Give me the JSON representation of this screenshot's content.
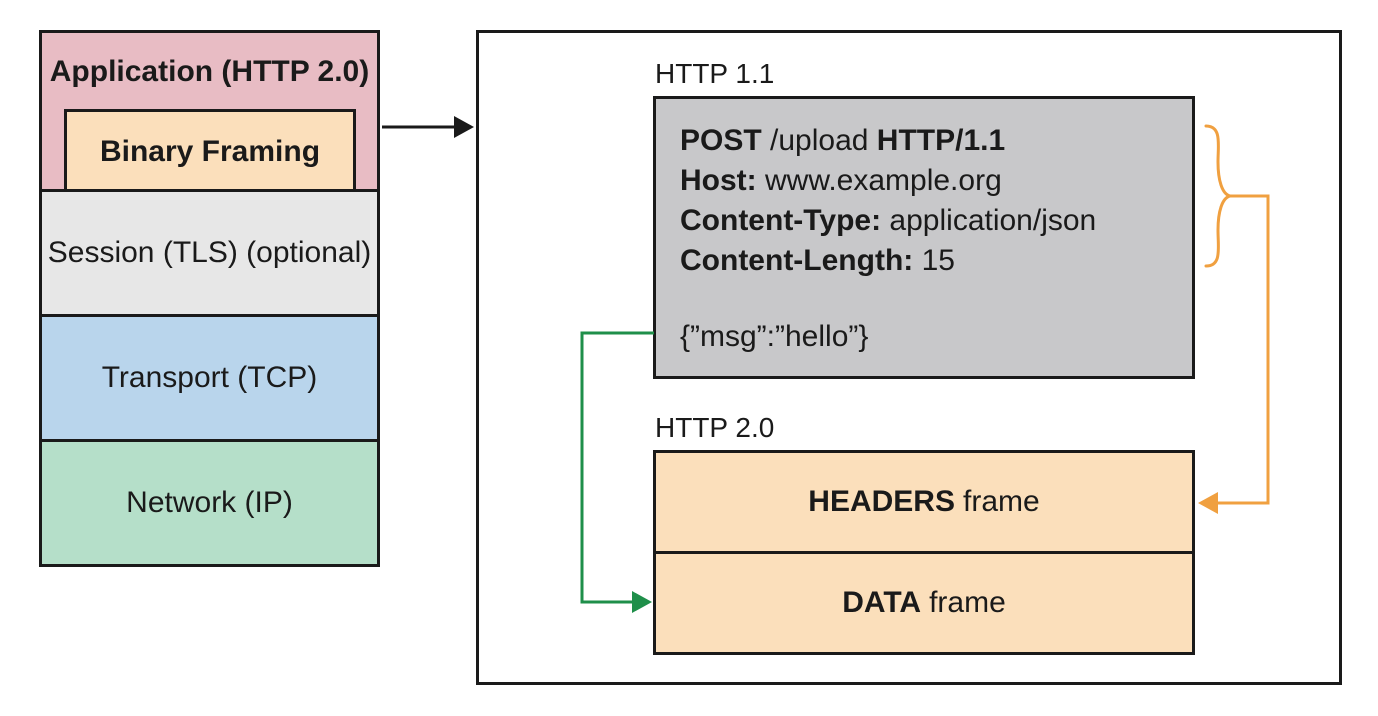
{
  "stack": {
    "application": "Application (HTTP 2.0)",
    "binary_framing": "Binary Framing",
    "session": "Session (TLS) (optional)",
    "transport": "Transport (TCP)",
    "network": "Network (IP)"
  },
  "http11": {
    "caption": "HTTP 1.1",
    "request_line": {
      "method": "POST",
      "path": " /upload ",
      "version": "HTTP/1.1"
    },
    "headers": [
      {
        "name": "Host:",
        "value": " www.example.org"
      },
      {
        "name": "Content-Type:",
        "value": " application/json"
      },
      {
        "name": "Content-Length:",
        "value": " 15"
      }
    ],
    "body": "{”msg”:”hello”}"
  },
  "http2": {
    "caption": "HTTP 2.0",
    "headers_frame": {
      "bold": "HEADERS",
      "rest": "frame"
    },
    "data_frame": {
      "bold": "DATA",
      "rest": "frame"
    }
  },
  "colors": {
    "application": "#e8bcc4",
    "binary_framing": "#fbdfbb",
    "session": "#e7e7e7",
    "transport": "#b9d5ec",
    "network": "#b5dfc9",
    "http11_box": "#c8c8ca",
    "frame": "#fbdfbb",
    "headers_arrow": "#f0a040",
    "body_arrow": "#1f8f4a"
  }
}
